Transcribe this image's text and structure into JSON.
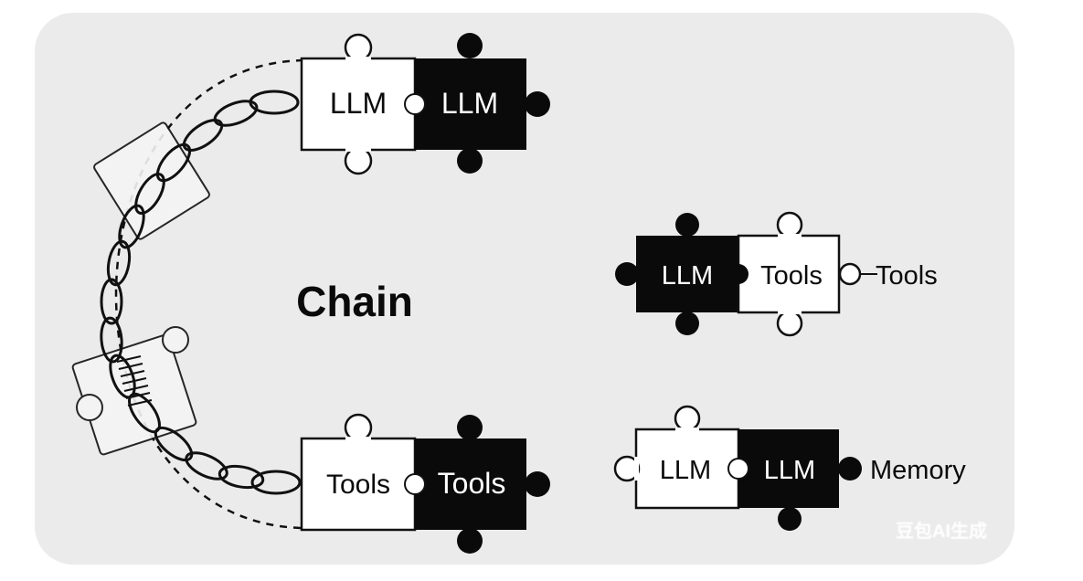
{
  "title": "Chain",
  "watermark": "豆包AI生成",
  "top_pair": {
    "left_label": "LLM",
    "right_label": "LLM"
  },
  "bottom_pair": {
    "left_label": "Tools",
    "right_label": "Tools"
  },
  "right_row1": {
    "black_label": "LLM",
    "white_label": "Tools",
    "suffix": "Tools"
  },
  "right_row2": {
    "white_label": "LLM",
    "black_label": "LLM",
    "suffix": "Memory"
  },
  "colors": {
    "card": "#ebebeb",
    "ink": "#0a0a0a",
    "paper": "#ffffff",
    "watermark": "#ffffff"
  },
  "icons": [
    "puzzle-piece-icon",
    "chain-link-icon",
    "spring-coil-icon"
  ]
}
